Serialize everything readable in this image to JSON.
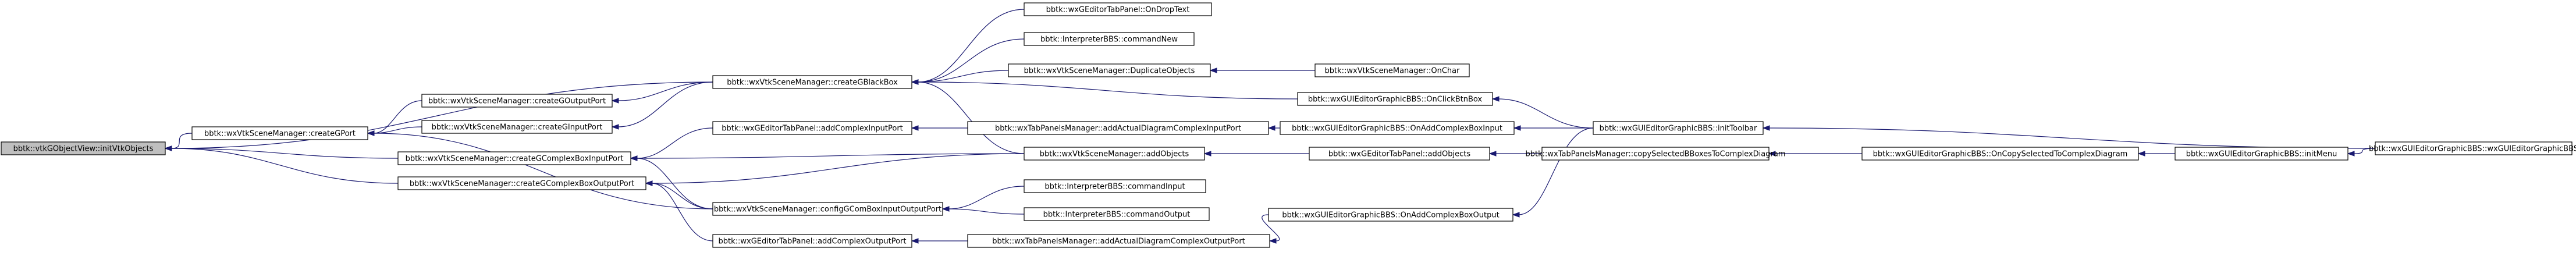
{
  "diagram": {
    "type": "call-graph",
    "colors": {
      "edge": "#191970",
      "root_fill": "#bfbfbf",
      "node_fill": "#ffffff",
      "border": "#000000"
    },
    "nodes": [
      {
        "id": "n0",
        "label": "bbtk::vtkGObjectView::initVtkObjects",
        "root": true
      },
      {
        "id": "n1",
        "label": "bbtk::wxVtkSceneManager::createGPort"
      },
      {
        "id": "n2",
        "label": "bbtk::wxVtkSceneManager::createGComplexBoxInputPort"
      },
      {
        "id": "n3",
        "label": "bbtk::wxVtkSceneManager::createGComplexBoxOutputPort"
      },
      {
        "id": "n4",
        "label": "bbtk::wxVtkSceneManager::createGOutputPort"
      },
      {
        "id": "n5",
        "label": "bbtk::wxVtkSceneManager::createGInputPort"
      },
      {
        "id": "n6",
        "label": "bbtk::wxVtkSceneManager::createGBlackBox"
      },
      {
        "id": "n7",
        "label": "bbtk::wxGEditorTabPanel::addComplexInputPort"
      },
      {
        "id": "n8",
        "label": "bbtk::wxVtkSceneManager::configGComBoxInputOutputPort"
      },
      {
        "id": "n9",
        "label": "bbtk::wxGEditorTabPanel::addComplexOutputPort"
      },
      {
        "id": "n10",
        "label": "bbtk::wxGEditorTabPanel::OnDropText"
      },
      {
        "id": "n11",
        "label": "bbtk::InterpreterBBS::commandNew"
      },
      {
        "id": "n12",
        "label": "bbtk::wxVtkSceneManager::DuplicateObjects"
      },
      {
        "id": "n13",
        "label": "bbtk::wxVtkSceneManager::addObjects"
      },
      {
        "id": "n14",
        "label": "bbtk::wxTabPanelsManager::addActualDiagramComplexInputPort"
      },
      {
        "id": "n15",
        "label": "bbtk::InterpreterBBS::commandInput"
      },
      {
        "id": "n16",
        "label": "bbtk::InterpreterBBS::commandOutput"
      },
      {
        "id": "n17",
        "label": "bbtk::wxTabPanelsManager::addActualDiagramComplexOutputPort"
      },
      {
        "id": "n18",
        "label": "bbtk::wxVtkSceneManager::OnChar"
      },
      {
        "id": "n19",
        "label": "bbtk::wxGUIEditorGraphicBBS::OnClickBtnBox"
      },
      {
        "id": "n20",
        "label": "bbtk::wxGUIEditorGraphicBBS::OnAddComplexBoxInput"
      },
      {
        "id": "n21",
        "label": "bbtk::wxGEditorTabPanel::addObjects"
      },
      {
        "id": "n22",
        "label": "bbtk::wxGUIEditorGraphicBBS::OnAddComplexBoxOutput"
      },
      {
        "id": "n23",
        "label": "bbtk::wxGUIEditorGraphicBBS::initToolbar"
      },
      {
        "id": "n24",
        "label": "bbtk::wxTabPanelsManager::copySelectedBBoxesToComplexDiagram"
      },
      {
        "id": "n25",
        "label": "bbtk::wxGUIEditorGraphicBBS::OnCopySelectedToComplexDiagram"
      },
      {
        "id": "n26",
        "label": "bbtk::wxGUIEditorGraphicBBS::initMenu"
      },
      {
        "id": "n27",
        "label": "bbtk::wxGUIEditorGraphicBBS::wxGUIEditorGraphicBBS"
      }
    ],
    "edges": [
      {
        "from": "n1",
        "to": "n0"
      },
      {
        "from": "n2",
        "to": "n0"
      },
      {
        "from": "n3",
        "to": "n0"
      },
      {
        "from": "n6",
        "to": "n0"
      },
      {
        "from": "n4",
        "to": "n1"
      },
      {
        "from": "n5",
        "to": "n1"
      },
      {
        "from": "n8",
        "to": "n1"
      },
      {
        "from": "n7",
        "to": "n2"
      },
      {
        "from": "n9",
        "to": "n3"
      },
      {
        "from": "n13",
        "to": "n2"
      },
      {
        "from": "n13",
        "to": "n3"
      },
      {
        "from": "n6",
        "to": "n4"
      },
      {
        "from": "n6",
        "to": "n5"
      },
      {
        "from": "n15",
        "to": "n8"
      },
      {
        "from": "n16",
        "to": "n8"
      },
      {
        "from": "n8",
        "to": "n2"
      },
      {
        "from": "n8",
        "to": "n3"
      },
      {
        "from": "n10",
        "to": "n6"
      },
      {
        "from": "n11",
        "to": "n6"
      },
      {
        "from": "n12",
        "to": "n6"
      },
      {
        "from": "n13",
        "to": "n6"
      },
      {
        "from": "n19",
        "to": "n6"
      },
      {
        "from": "n14",
        "to": "n7"
      },
      {
        "from": "n17",
        "to": "n9"
      },
      {
        "from": "n18",
        "to": "n12"
      },
      {
        "from": "n21",
        "to": "n13"
      },
      {
        "from": "n20",
        "to": "n14"
      },
      {
        "from": "n22",
        "to": "n17"
      },
      {
        "from": "n23",
        "to": "n19"
      },
      {
        "from": "n23",
        "to": "n20"
      },
      {
        "from": "n23",
        "to": "n22"
      },
      {
        "from": "n24",
        "to": "n21"
      },
      {
        "from": "n25",
        "to": "n24"
      },
      {
        "from": "n26",
        "to": "n25"
      },
      {
        "from": "n27",
        "to": "n23"
      },
      {
        "from": "n27",
        "to": "n26"
      }
    ]
  }
}
